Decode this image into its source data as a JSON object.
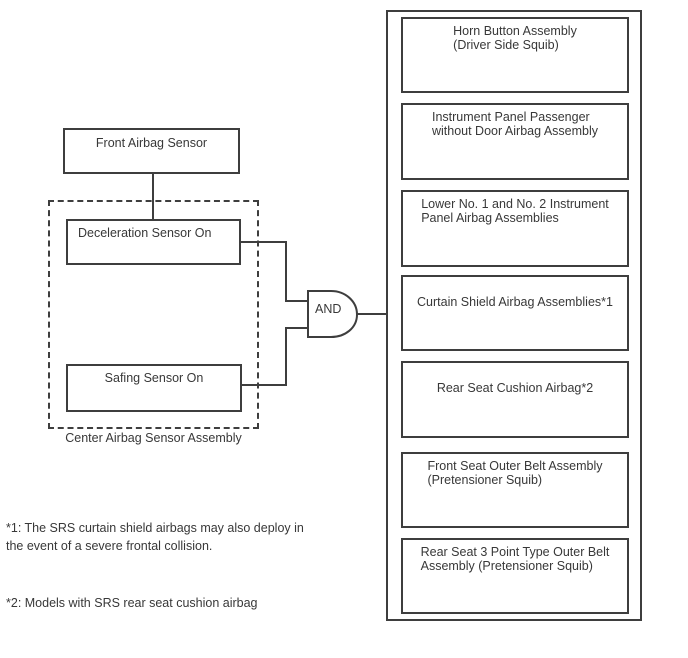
{
  "diagram": {
    "left": {
      "front_sensor_label": "Front Airbag Sensor",
      "deceleration_sensor_label": "Deceleration Sensor On",
      "safing_sensor_label": "Safing Sensor On",
      "assembly_label": "Center Airbag Sensor Assembly"
    },
    "gate": {
      "label": "AND"
    },
    "outputs": [
      {
        "lines": [
          "Horn Button Assembly",
          "(Driver Side Squib)"
        ]
      },
      {
        "lines": [
          "Instrument Panel Passenger",
          "without Door Airbag Assembly"
        ]
      },
      {
        "lines": [
          "Lower No. 1 and No. 2 Instrument",
          "Panel Airbag Assemblies"
        ]
      },
      {
        "lines": [
          "Curtain Shield Airbag Assemblies*1"
        ]
      },
      {
        "lines": [
          "Rear Seat Cushion Airbag*2"
        ]
      },
      {
        "lines": [
          "Front Seat Outer Belt Assembly",
          "(Pretensioner Squib)"
        ]
      },
      {
        "lines": [
          "Rear Seat 3 Point Type Outer Belt",
          "Assembly (Pretensioner Squib)"
        ]
      }
    ],
    "footnotes": [
      {
        "lines": [
          "*1: The SRS curtain shield airbags may also deploy in",
          "the event of a severe frontal collision."
        ]
      },
      {
        "lines": [
          "*2: Models with SRS rear seat cushion airbag"
        ]
      }
    ],
    "colors": {
      "line": "#3e3e3e",
      "text": "#383838",
      "background": "#ffffff"
    }
  }
}
